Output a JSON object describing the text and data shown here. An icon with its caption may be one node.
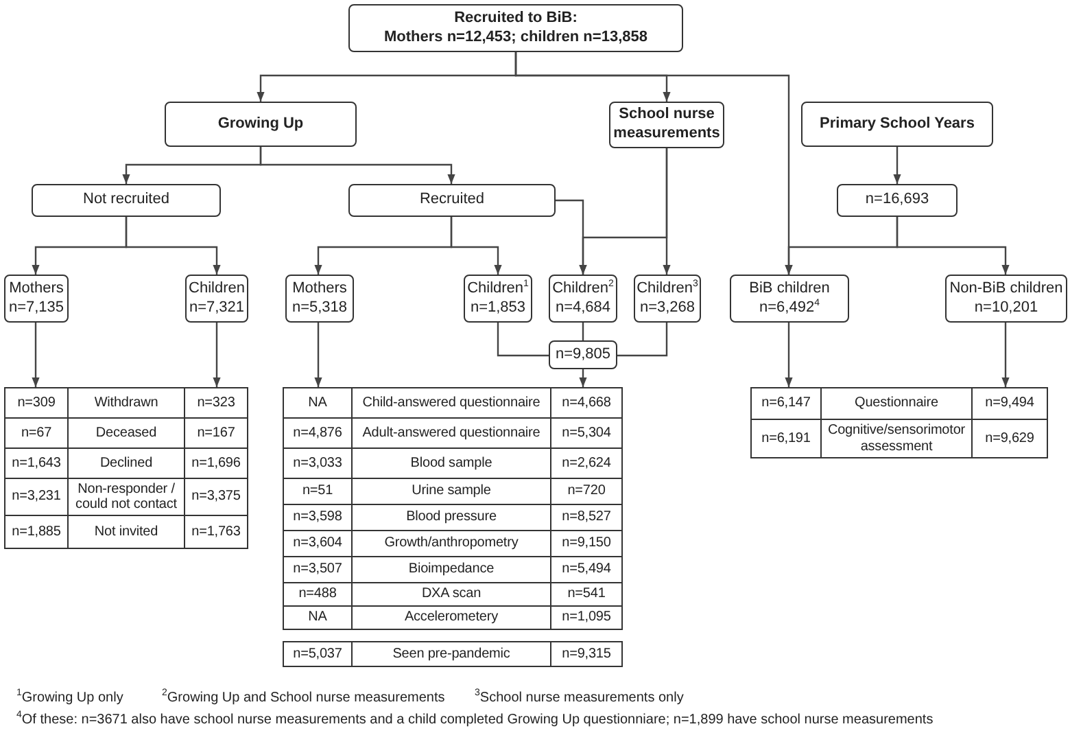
{
  "diagram": {
    "nodes": [
      {
        "text": [
          "Recruited to BiB:",
          "Mothers n=12,453; children n=13,858"
        ]
      },
      {
        "text": [
          "Growing Up"
        ]
      },
      {
        "text": [
          "School nurse measurements"
        ]
      },
      {
        "text": [
          "Primary School Years"
        ]
      },
      {
        "text": [
          "Not recruited"
        ]
      },
      {
        "text": [
          "Recruited"
        ]
      },
      {
        "text": [
          "n=16,693"
        ]
      },
      {
        "text": [
          "Mothers n=7,135"
        ]
      },
      {
        "text": [
          "Children n=7,321"
        ]
      },
      {
        "text": [
          "Mothers n=5,318"
        ]
      },
      {
        "text": [
          "Children$^{1}$ n=1,853"
        ]
      },
      {
        "text": [
          "Children$^{2}$ n=4,684"
        ]
      },
      {
        "text": [
          "Children$^{3}$ n=3,268"
        ]
      },
      {
        "text": [
          "BiB children n=6,492$^{4}$"
        ]
      },
      {
        "text": [
          "Non-BiB children n=10,201"
        ]
      },
      {
        "text": [
          "n=9,805"
        ]
      },
      {
        "text": [
          "n=309",
          "Withdrawn",
          "n=323",
          "n=67",
          "Deceased",
          "n=167",
          "n=1,643",
          "Declined",
          "n=1,696",
          "n=3,231",
          "Non-responder / could not contact",
          "n=3,375",
          "n=1,885",
          "Not invited",
          "n=1,763"
        ]
      },
      {
        "text": [
          "NA",
          "Child-answered questionnaire",
          "n=4,668",
          "n=4,876",
          "Adult-answered questionnaire",
          "n=5,304",
          "n=3,033",
          "Blood sample",
          "n=2,624",
          "n=51",
          "Urine sample",
          "n=720",
          "n=3,598",
          "Blood pressure",
          "n=8,527",
          "n=3,604",
          "Growth/anthropometry",
          "n=9,150",
          "n=3,507",
          "Bioimpedance",
          "n=5,494",
          "n=488",
          "DXA scan",
          "n=541",
          "NA",
          "Accelerometery",
          "n=1,095"
        ]
      },
      {
        "text": [
          "n=5,037",
          "Seen pre-pandemic",
          "n=9,315"
        ]
      },
      {
        "text": [
          "n=6,147",
          "Questionnaire",
          "n=9,494",
          "n=6,191",
          "Cognitive/sensorimotor assessment",
          "n=9,629"
        ]
      }
    ],
    "edges": [
      {
        "from": 0,
        "to": 1,
        "arrow": "to"
      },
      {
        "from": 0,
        "to": 2,
        "arrow": "to"
      },
      {
        "from": 0,
        "to": 13,
        "arrow": "to"
      },
      {
        "from": 1,
        "to": 4,
        "arrow": "to"
      },
      {
        "from": 1,
        "to": 5,
        "arrow": "to"
      },
      {
        "from": 2,
        "to": 11,
        "arrow": "to"
      },
      {
        "from": 2,
        "to": 12,
        "arrow": "to"
      },
      {
        "from": 5,
        "to": 9,
        "arrow": "to"
      },
      {
        "from": 5,
        "to": 10,
        "arrow": "to"
      },
      {
        "from": 5,
        "to": 11,
        "arrow": "to"
      },
      {
        "from": 3,
        "to": 6,
        "arrow": "to"
      },
      {
        "from": 6,
        "to": 13,
        "arrow": "to"
      },
      {
        "from": 6,
        "to": 14,
        "arrow": "to"
      },
      {
        "from": 4,
        "to": 7,
        "arrow": "to"
      },
      {
        "from": 4,
        "to": 8,
        "arrow": "to"
      },
      {
        "from": 7,
        "to": 16,
        "arrow": "to"
      },
      {
        "from": 8,
        "to": 16,
        "arrow": "to"
      },
      {
        "from": 9,
        "to": 17,
        "arrow": "to"
      },
      {
        "from": 10,
        "to": 15,
        "arrow": "none"
      },
      {
        "from": 11,
        "to": 15,
        "arrow": "none"
      },
      {
        "from": 12,
        "to": 15,
        "arrow": "none"
      },
      {
        "from": 15,
        "to": 17,
        "arrow": "to"
      },
      {
        "from": 13,
        "to": 19,
        "arrow": "to"
      },
      {
        "from": 14,
        "to": 19,
        "arrow": "to"
      }
    ],
    "labels": [
      "$^{1}$Growing Up only",
      "$^{2}$Growing Up and School nurse measurements",
      "$^{3}$School nurse measurements only",
      "$^{4}$Of these: n=3671 also have school nurse measurements and a child completed Growing Up questionniare; n=1,899 have school nurse measurements"
    ]
  }
}
